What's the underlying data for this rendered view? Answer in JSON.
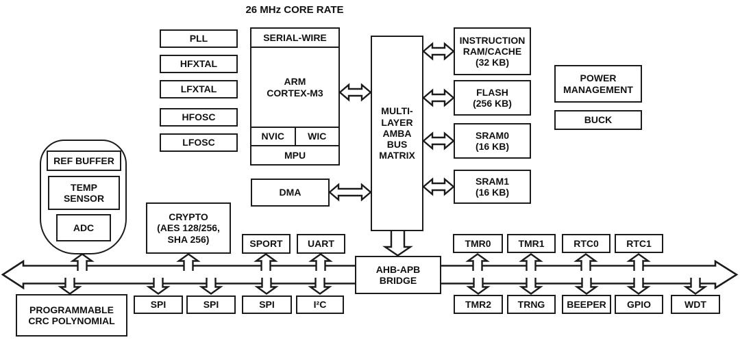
{
  "title": "26 MHz CORE RATE",
  "colors": {
    "line": "#1b1b1b",
    "background": "#ffffff"
  },
  "clocks": [
    "PLL",
    "HFXTAL",
    "LFXTAL",
    "HFOSC",
    "LFOSC"
  ],
  "cpu": {
    "serial_wire": "SERIAL-WIRE",
    "core": "ARM\nCORTEX-M3",
    "nvic": "NVIC",
    "wic": "WIC",
    "mpu": "MPU"
  },
  "bus_matrix": "MULTI-\nLAYER\nAMBA\nBUS\nMATRIX",
  "memories": {
    "instruction_ram": "INSTRUCTION\nRAM/CACHE\n(32 KB)",
    "flash": "FLASH\n(256 KB)",
    "sram0": "SRAM0\n(16 KB)",
    "sram1": "SRAM1\n(16 KB)"
  },
  "power": {
    "management": "POWER\nMANAGEMENT",
    "buck": "BUCK"
  },
  "dma": "DMA",
  "analog": {
    "ref_buffer": "REF BUFFER",
    "temp_sensor": "TEMP\nSENSOR",
    "adc": "ADC"
  },
  "crypto": "CRYPTO\n(AES 128/256,\nSHA 256)",
  "bridge": "AHB-APB\nBRIDGE",
  "crc": "PROGRAMMABLE\nCRC POLYNOMIAL",
  "upper_serial": [
    "SPORT",
    "UART"
  ],
  "lower_serial": [
    "SPI",
    "SPI",
    "SPI",
    "I²C"
  ],
  "timers_top": [
    "TMR0",
    "TMR1",
    "RTC0",
    "RTC1"
  ],
  "peripherals_bottom": [
    "TMR2",
    "TRNG",
    "BEEPER",
    "GPIO",
    "WDT"
  ]
}
